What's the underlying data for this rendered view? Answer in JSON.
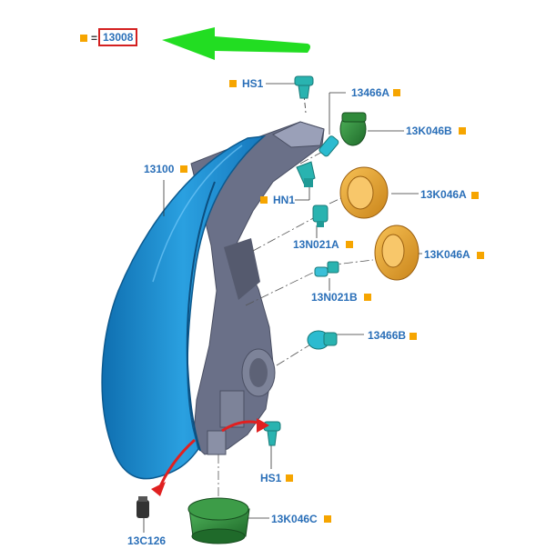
{
  "legend": {
    "equals": "=",
    "code": "13008"
  },
  "callouts": [
    {
      "id": "hs1-top",
      "text": "HS1"
    },
    {
      "id": "13466a",
      "text": "13466A"
    },
    {
      "id": "13k046b",
      "text": "13K046B"
    },
    {
      "id": "13100",
      "text": "13100"
    },
    {
      "id": "hn1",
      "text": "HN1"
    },
    {
      "id": "13k046a-1",
      "text": "13K046A"
    },
    {
      "id": "13n021a",
      "text": "13N021A"
    },
    {
      "id": "13k046a-2",
      "text": "13K046A"
    },
    {
      "id": "13n021b",
      "text": "13N021B"
    },
    {
      "id": "13466b",
      "text": "13466B"
    },
    {
      "id": "hs1-bottom",
      "text": "HS1"
    },
    {
      "id": "13k046c",
      "text": "13K046C"
    },
    {
      "id": "13c126",
      "text": "13C126"
    }
  ],
  "colors": {
    "label_blue": "#2a6fb8",
    "marker_orange": "#f6a500",
    "highlight_red": "#d42020",
    "arrow_green": "#22dd22",
    "lens_blue": "#1e8fd0",
    "housing_grey": "#6a7088",
    "bulb_cyan": "#29b3b0",
    "cap_orange": "#e8a020",
    "cap_green": "#2f8a3a"
  }
}
